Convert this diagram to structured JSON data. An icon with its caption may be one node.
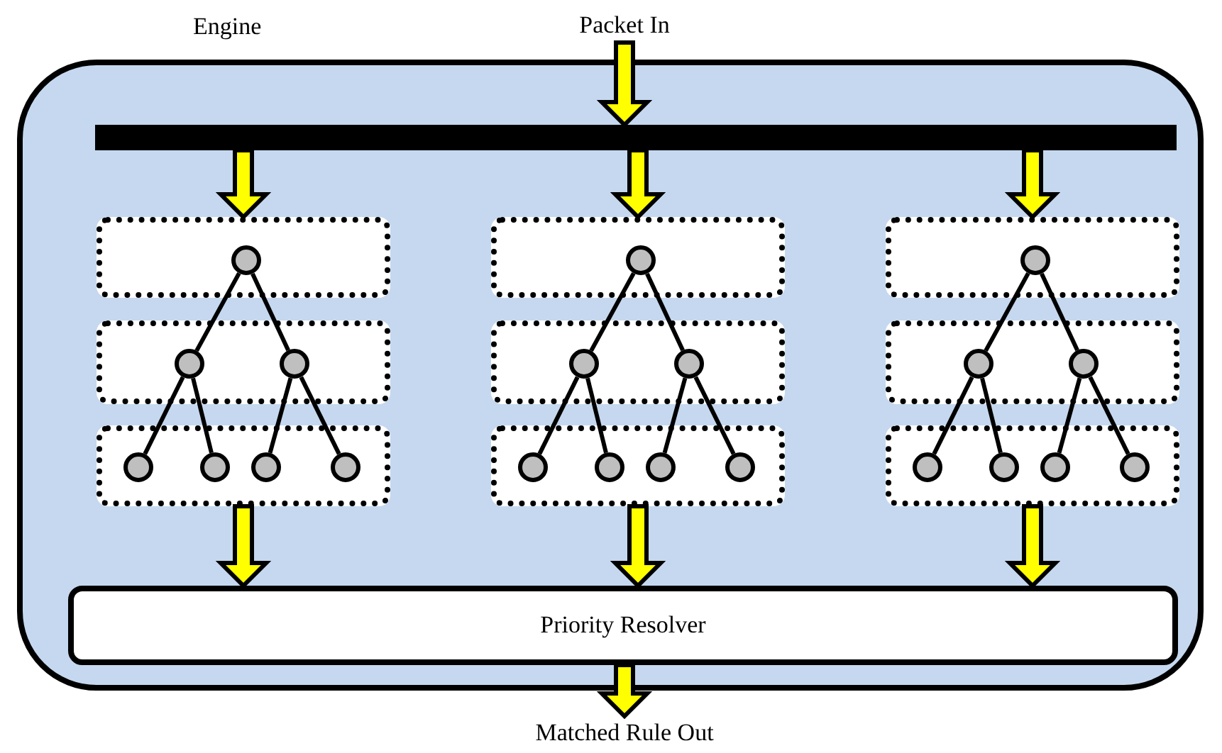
{
  "diagram": {
    "nodes": [
      {
        "text": [
          "Packet In"
        ]
      },
      {
        "text": [
          "Engine"
        ]
      },
      {
        "text": [],
        "shape": "bar",
        "in": 1
      },
      {
        "text": [],
        "shape": "box",
        "in": 1
      },
      {
        "text": [],
        "shape": "circle",
        "in": 3
      },
      {
        "text": [],
        "shape": "box",
        "in": 1
      },
      {
        "text": [],
        "shape": "circle",
        "in": 5
      },
      {
        "text": [],
        "shape": "circle",
        "in": 5
      },
      {
        "text": [],
        "shape": "box",
        "in": 1
      },
      {
        "text": [],
        "shape": "circle",
        "in": 8
      },
      {
        "text": [],
        "shape": "circle",
        "in": 8
      },
      {
        "text": [],
        "shape": "circle",
        "in": 8
      },
      {
        "text": [],
        "shape": "circle",
        "in": 8
      },
      {
        "text": [],
        "shape": "box",
        "in": 1
      },
      {
        "text": [],
        "shape": "circle",
        "in": 13
      },
      {
        "text": [],
        "shape": "box",
        "in": 1
      },
      {
        "text": [],
        "shape": "circle",
        "in": 15
      },
      {
        "text": [],
        "shape": "circle",
        "in": 15
      },
      {
        "text": [],
        "shape": "box",
        "in": 1
      },
      {
        "text": [],
        "shape": "circle",
        "in": 18
      },
      {
        "text": [],
        "shape": "circle",
        "in": 18
      },
      {
        "text": [],
        "shape": "circle",
        "in": 18
      },
      {
        "text": [],
        "shape": "circle",
        "in": 18
      },
      {
        "text": [],
        "shape": "box",
        "in": 1
      },
      {
        "text": [],
        "shape": "circle",
        "in": 23
      },
      {
        "text": [],
        "shape": "box",
        "in": 1
      },
      {
        "text": [],
        "shape": "circle",
        "in": 25
      },
      {
        "text": [],
        "shape": "circle",
        "in": 25
      },
      {
        "text": [],
        "shape": "box",
        "in": 1
      },
      {
        "text": [],
        "shape": "circle",
        "in": 28
      },
      {
        "text": [],
        "shape": "circle",
        "in": 28
      },
      {
        "text": [],
        "shape": "circle",
        "in": 28
      },
      {
        "text": [],
        "shape": "circle",
        "in": 28
      },
      {
        "text": [
          "Priority Resolver"
        ],
        "in": 1
      },
      {
        "text": [
          "Matched Rule Out"
        ]
      }
    ],
    "edges": [
      {
        "from": 0,
        "to": 2,
        "arrow": "to",
        "style": "thick",
        "color": "#ffff00"
      },
      {
        "from": 2,
        "to": 3,
        "arrow": "to",
        "style": "thick",
        "color": "#ffff00"
      },
      {
        "from": 2,
        "to": 13,
        "arrow": "to",
        "style": "thick",
        "color": "#ffff00"
      },
      {
        "from": 2,
        "to": 23,
        "arrow": "to",
        "style": "thick",
        "color": "#ffff00"
      },
      {
        "from": 4,
        "to": 6,
        "arrow": "none"
      },
      {
        "from": 4,
        "to": 7,
        "arrow": "none"
      },
      {
        "from": 6,
        "to": 9,
        "arrow": "none"
      },
      {
        "from": 6,
        "to": 10,
        "arrow": "none"
      },
      {
        "from": 7,
        "to": 11,
        "arrow": "none"
      },
      {
        "from": 7,
        "to": 12,
        "arrow": "none"
      },
      {
        "from": 14,
        "to": 16,
        "arrow": "none"
      },
      {
        "from": 14,
        "to": 17,
        "arrow": "none"
      },
      {
        "from": 16,
        "to": 19,
        "arrow": "none"
      },
      {
        "from": 16,
        "to": 20,
        "arrow": "none"
      },
      {
        "from": 17,
        "to": 21,
        "arrow": "none"
      },
      {
        "from": 17,
        "to": 22,
        "arrow": "none"
      },
      {
        "from": 24,
        "to": 26,
        "arrow": "none"
      },
      {
        "from": 24,
        "to": 27,
        "arrow": "none"
      },
      {
        "from": 26,
        "to": 29,
        "arrow": "none"
      },
      {
        "from": 26,
        "to": 30,
        "arrow": "none"
      },
      {
        "from": 27,
        "to": 31,
        "arrow": "none"
      },
      {
        "from": 27,
        "to": 32,
        "arrow": "none"
      },
      {
        "from": 8,
        "to": 33,
        "arrow": "to",
        "style": "thick",
        "color": "#ffff00"
      },
      {
        "from": 18,
        "to": 33,
        "arrow": "to",
        "style": "thick",
        "color": "#ffff00"
      },
      {
        "from": 28,
        "to": 33,
        "arrow": "to",
        "style": "thick",
        "color": "#ffff00"
      },
      {
        "from": 33,
        "to": 34,
        "arrow": "to",
        "style": "thick",
        "color": "#ffff00"
      }
    ]
  }
}
